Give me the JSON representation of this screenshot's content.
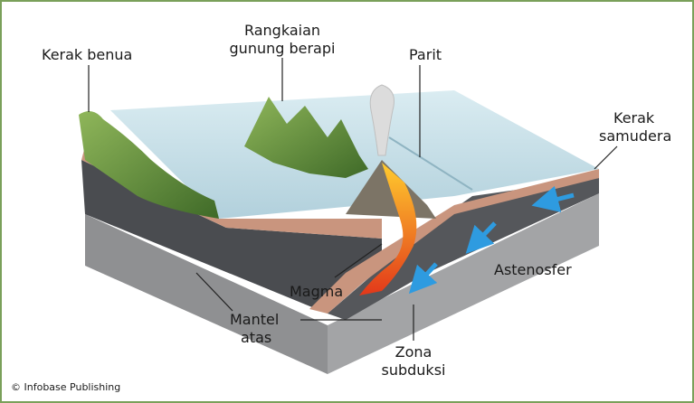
{
  "labels": {
    "continental_crust": "Kerak benua",
    "volcanic_range_line1": "Rangkaian",
    "volcanic_range_line2": "gunung berapi",
    "trench": "Parit",
    "oceanic_crust_line1": "Kerak",
    "oceanic_crust_line2": "samudera",
    "asthenosphere": "Astenosfer",
    "magma": "Magma",
    "upper_mantle_line1": "Mantel",
    "upper_mantle_line2": "atas",
    "subduction_zone_line1": "Zona",
    "subduction_zone_line2": "subduksi"
  },
  "credit": "© Infobase Publishing",
  "colors": {
    "frame": "#7aa05a",
    "water": "#bcd9e3",
    "mantle": "#4a4c50",
    "asthenosphere": "#8f9092",
    "crust": "#c9957e",
    "mountain": "#5f8f3a",
    "magma": "#f07a1a",
    "arrow": "#2e9be0"
  }
}
